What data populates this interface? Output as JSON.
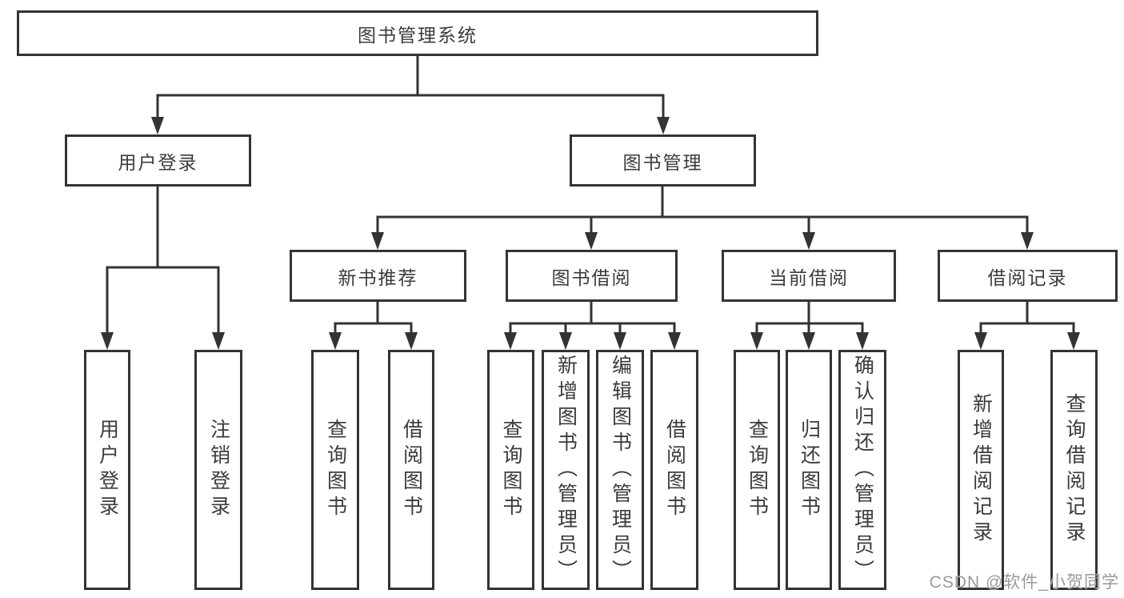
{
  "page": {
    "watermark": "CSDN @软件_小贺同学"
  },
  "colors": {
    "line": "#333333",
    "text": "#3b3b3b",
    "watermark": "#9a9a9a",
    "background": "#ffffff"
  },
  "tree": {
    "root": "图书管理系统",
    "children": [
      {
        "label": "用户登录",
        "children": [
          "用户登录",
          "注销登录"
        ]
      },
      {
        "label": "图书管理",
        "children": [
          {
            "label": "新书推荐",
            "children": [
              "查询图书",
              "借阅图书"
            ]
          },
          {
            "label": "图书借阅",
            "children": [
              "查询图书",
              "新增图书（管理员）",
              "编辑图书（管理员）",
              "借阅图书"
            ]
          },
          {
            "label": "当前借阅",
            "children": [
              "查询图书",
              "归还图书",
              "确认归还（管理员）"
            ]
          },
          {
            "label": "借阅记录",
            "children": [
              "新增借阅记录",
              "查询借阅记录"
            ]
          }
        ]
      }
    ]
  }
}
